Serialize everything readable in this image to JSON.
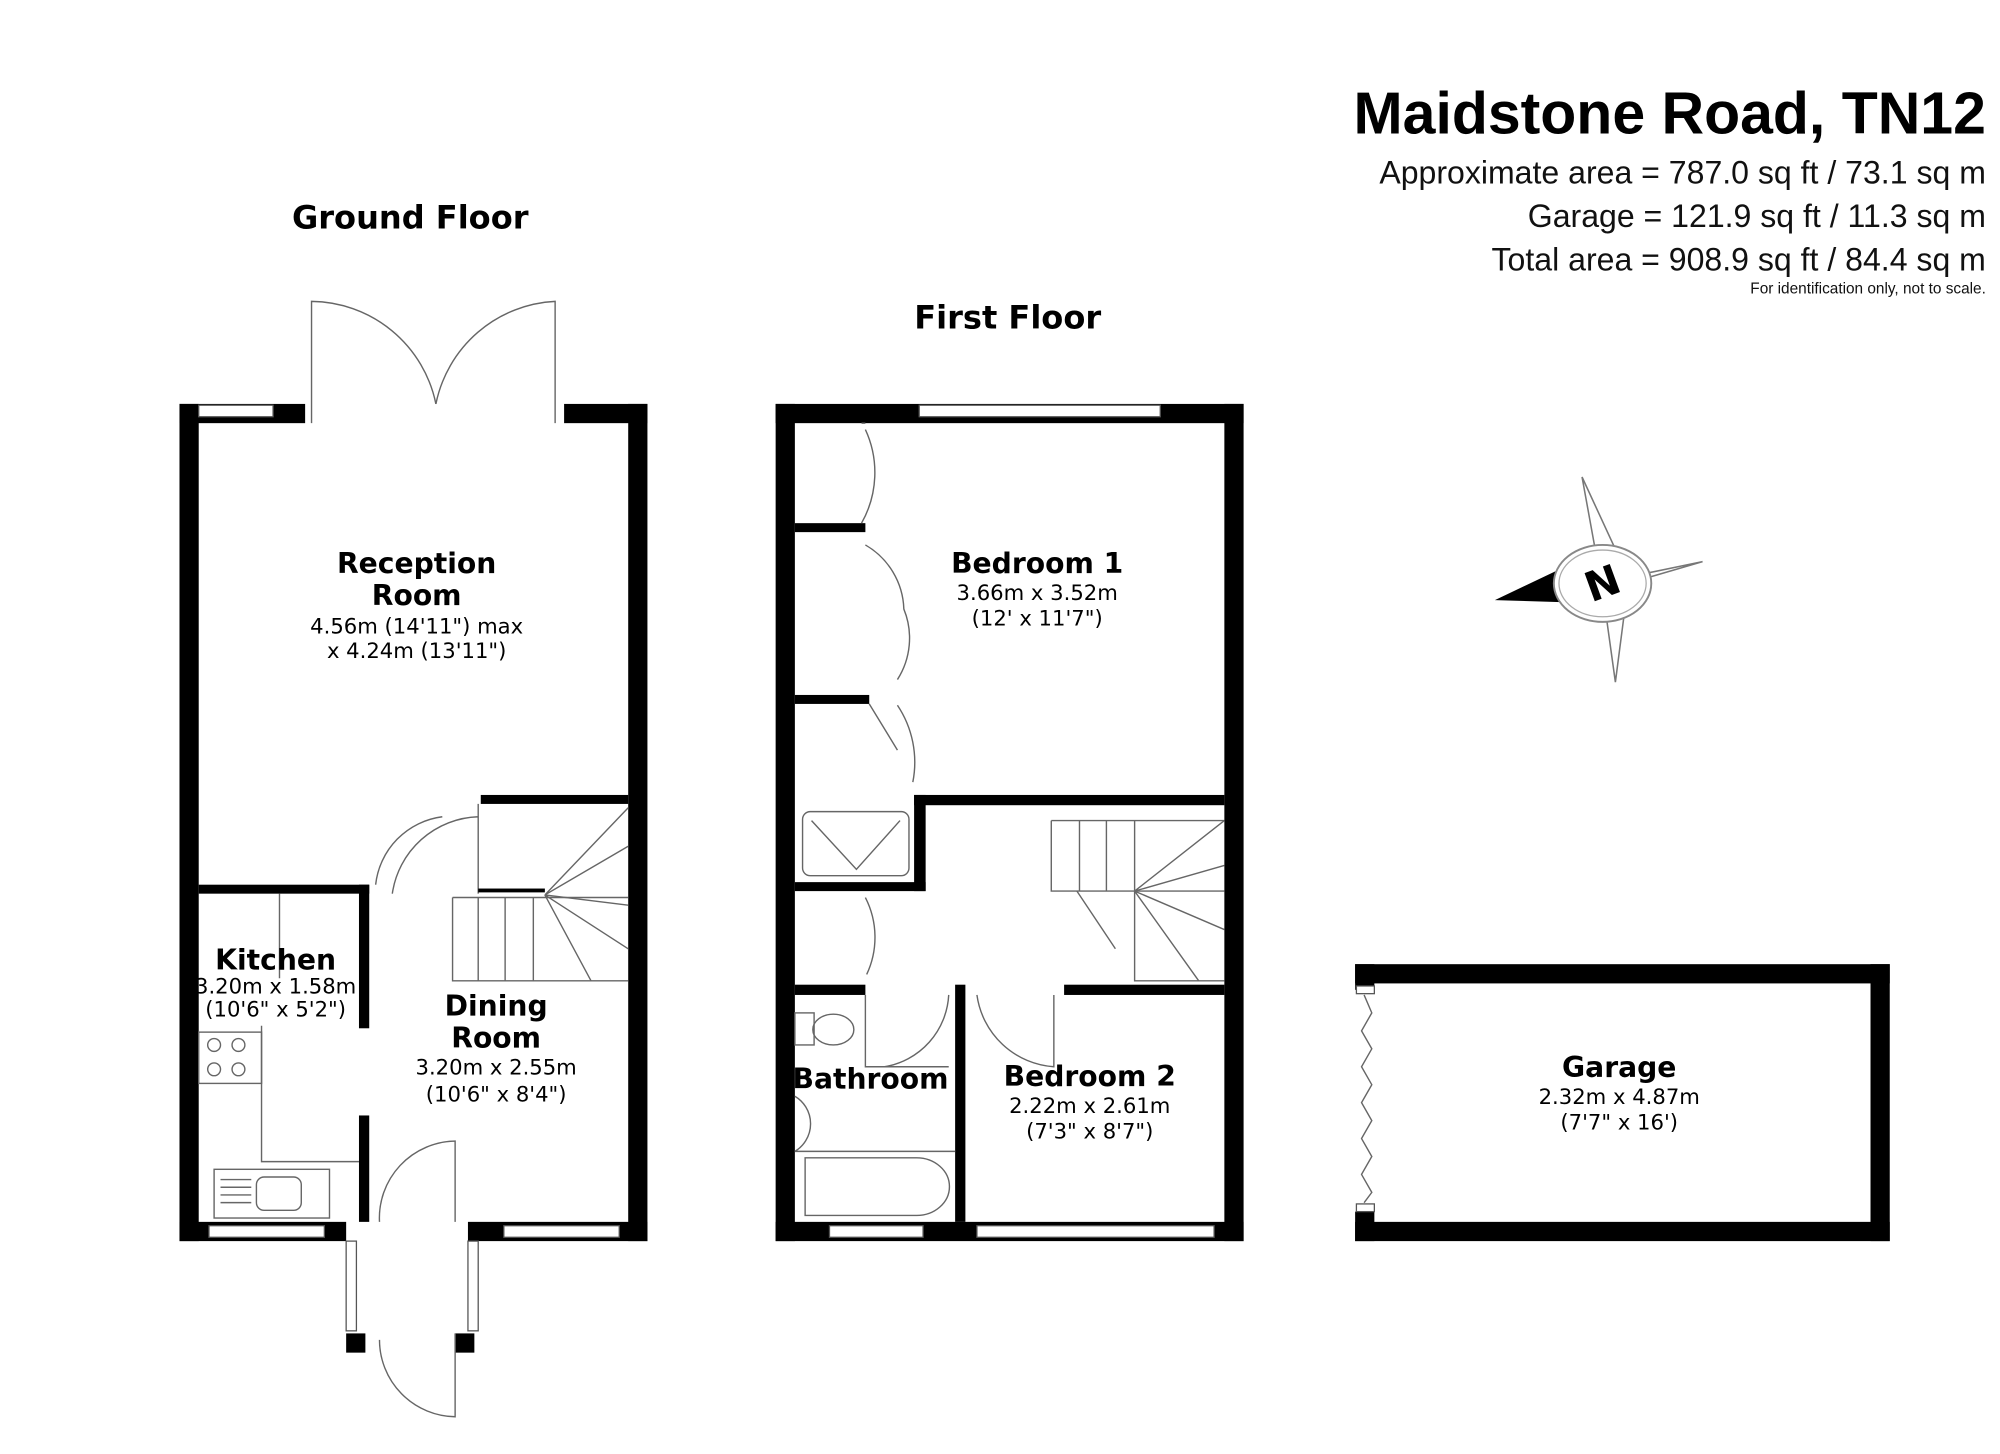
{
  "header": {
    "title": "Maidstone Road, TN12",
    "approx_area": "Approximate area = 787.0 sq ft / 73.1 sq m",
    "garage_area": "Garage = 121.9 sq ft / 11.3 sq m",
    "total_area": "Total area = 908.9 sq ft / 84.4 sq m",
    "disclaimer": "For identification only, not to scale."
  },
  "floors": {
    "ground": {
      "label": "Ground Floor",
      "rooms": {
        "reception": {
          "name_line1": "Reception",
          "name_line2": "Room",
          "dim_line1": "4.56m (14'11\") max",
          "dim_line2": "x 4.24m (13'11\")"
        },
        "kitchen": {
          "name": "Kitchen",
          "dim_line1": "3.20m x 1.58m",
          "dim_line2": "(10'6\" x 5'2\")"
        },
        "dining": {
          "name_line1": "Dining",
          "name_line2": "Room",
          "dim_line1": "3.20m x 2.55m",
          "dim_line2": "(10'6\" x 8'4\")"
        }
      }
    },
    "first": {
      "label": "First Floor",
      "rooms": {
        "bedroom1": {
          "name": "Bedroom 1",
          "dim_line1": "3.66m x 3.52m",
          "dim_line2": "(12' x 11'7\")"
        },
        "bathroom": {
          "name": "Bathroom"
        },
        "bedroom2": {
          "name": "Bedroom 2",
          "dim_line1": "2.22m x 2.61m",
          "dim_line2": "(7'3\" x 8'7\")"
        }
      }
    },
    "garage": {
      "name": "Garage",
      "dim_line1": "2.32m x 4.87m",
      "dim_line2": "(7'7\" x 16')"
    }
  },
  "compass": {
    "letter": "N"
  }
}
